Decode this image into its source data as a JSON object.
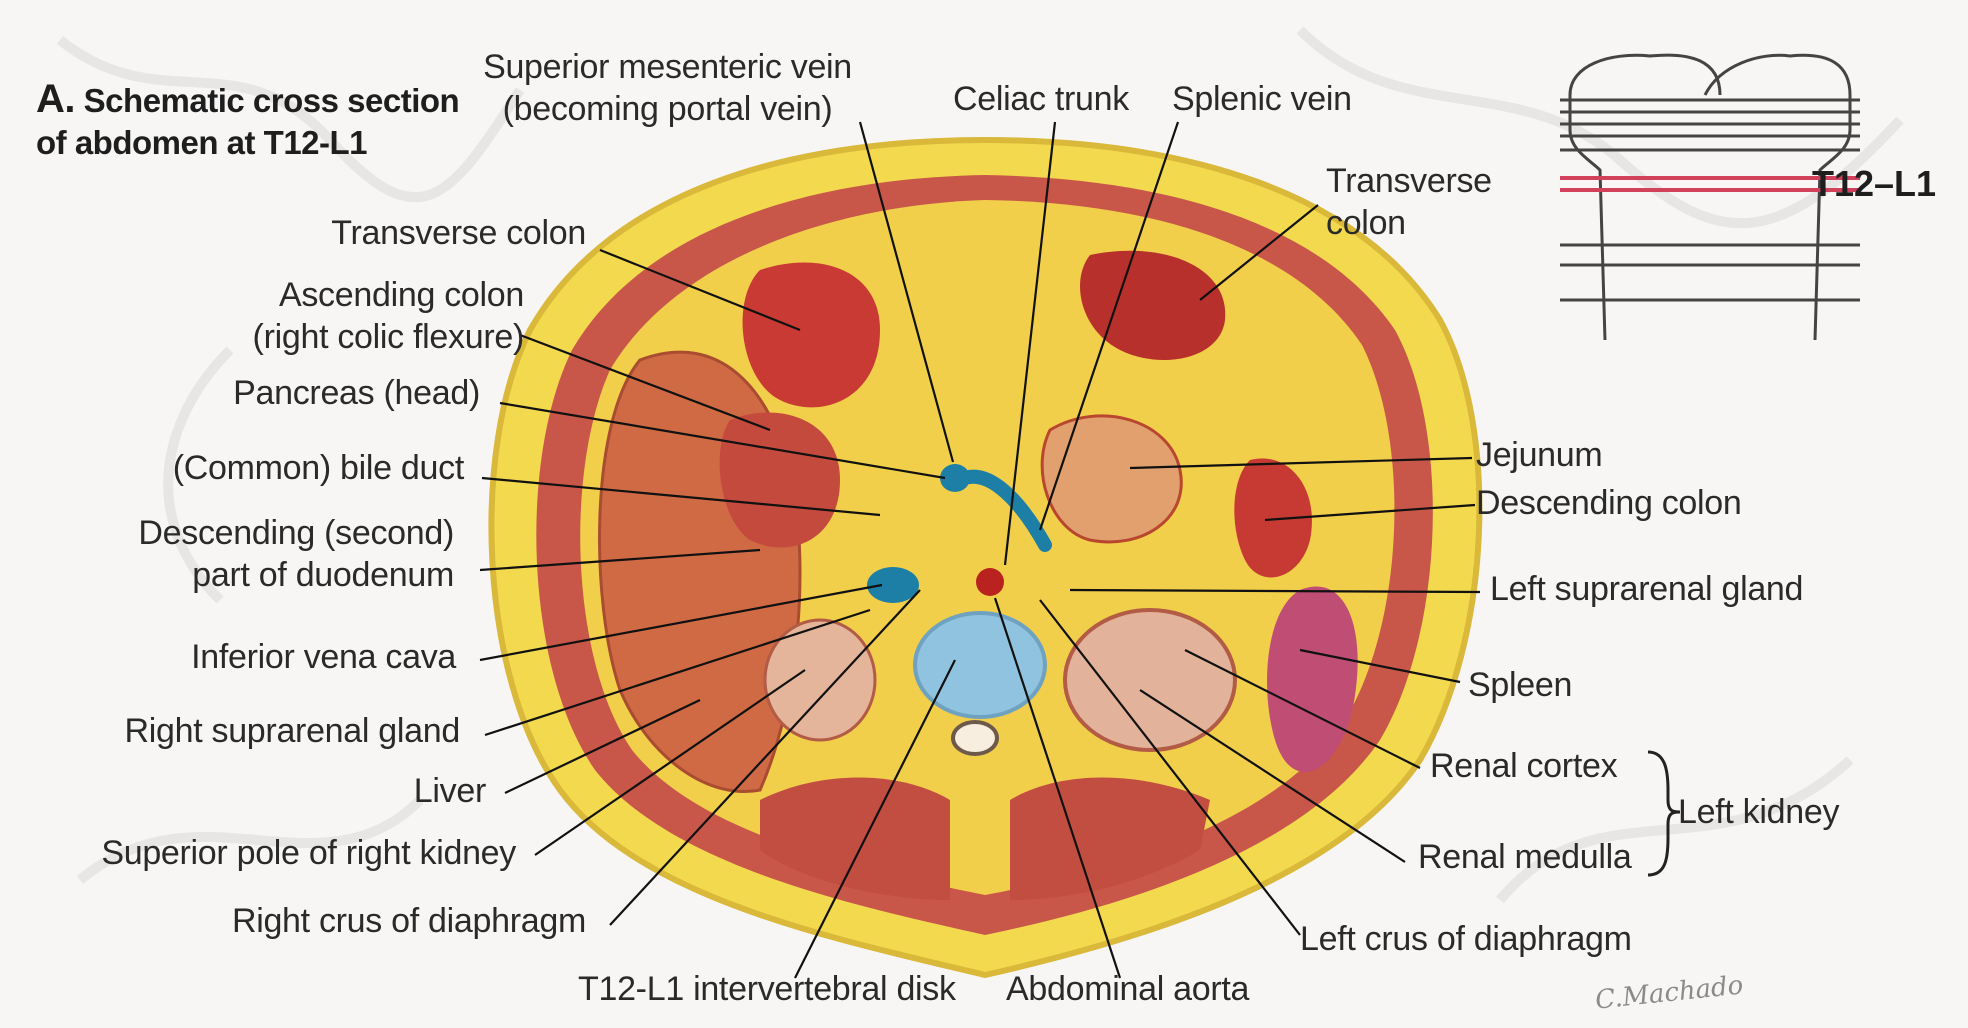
{
  "title": {
    "letter": "A.",
    "line1": "Schematic cross section",
    "line2": "of abdomen at T12-L1"
  },
  "level_label": "T12–L1",
  "signature": "C.Machado",
  "labels": {
    "superior_mesenteric_vein_1": "Superior mesenteric vein",
    "superior_mesenteric_vein_2": "(becoming portal vein)",
    "celiac_trunk": "Celiac trunk",
    "splenic_vein": "Splenic vein",
    "transverse_colon_right_1": "Transverse",
    "transverse_colon_right_2": "colon",
    "transverse_colon_left": "Transverse colon",
    "ascending_colon_1": "Ascending colon",
    "ascending_colon_2": "(right colic flexure)",
    "pancreas_head": "Pancreas (head)",
    "common_bile_duct": "(Common) bile duct",
    "duodenum_1": "Descending (second)",
    "duodenum_2": "part of duodenum",
    "inferior_vena_cava": "Inferior vena cava",
    "right_suprarenal_gland": "Right suprarenal gland",
    "liver": "Liver",
    "superior_pole_right_kidney": "Superior pole of right kidney",
    "right_crus": "Right crus of diaphragm",
    "intervertebral_disk": "T12-L1 intervertebral disk",
    "abdominal_aorta": "Abdominal aorta",
    "left_crus": "Left crus of diaphragm",
    "renal_medulla": "Renal medulla",
    "renal_cortex": "Renal cortex",
    "left_kidney": "Left kidney",
    "spleen": "Spleen",
    "left_suprarenal_gland": "Left suprarenal gland",
    "descending_colon": "Descending colon",
    "jejunum": "Jejunum"
  },
  "colors": {
    "fat": "#f2d94e",
    "muscle": "#c8574a",
    "liver": "#cf6a45",
    "colon": "#c93a34",
    "vein": "#1e7fa6",
    "disk": "#8fc3df",
    "aorta": "#b9221f",
    "spleen": "#c04e74",
    "lines": "#111111"
  }
}
